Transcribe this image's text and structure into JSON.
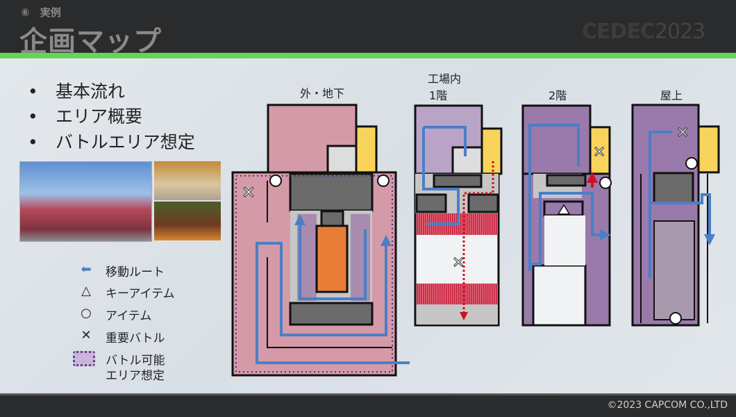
{
  "header": {
    "section": "⑥　実例",
    "title": "企画マップ",
    "logo": "CEDEC",
    "logo_year": "2023"
  },
  "bullets": [
    "基本流れ",
    "エリア概要",
    "バトルエリア想定"
  ],
  "bullet_mark": "•",
  "legend": [
    {
      "icon": "arrow-left-icon",
      "label": "移動ルート"
    },
    {
      "icon": "triangle-icon",
      "label": "キーアイテム"
    },
    {
      "icon": "circle-icon",
      "label": "アイテム"
    },
    {
      "icon": "cross-icon",
      "label": "重要バトル"
    },
    {
      "icon": "dotted-square-icon",
      "label": "バトル可能",
      "label2": "エリア想定"
    }
  ],
  "maps": {
    "outside": "外・地下",
    "factory": "工場内",
    "floor1": "1階",
    "floor2": "2階",
    "roof": "屋上"
  },
  "footer": {
    "copyright": "©2023 CAPCOM CO.,LTD"
  },
  "colors": {
    "route": "#4a7fc6",
    "battle_area": "#9a7aaa",
    "outside": "#d49aa8",
    "yellow": "#f8d45c",
    "orange": "#e87e35",
    "hazard": "#d8304a"
  }
}
